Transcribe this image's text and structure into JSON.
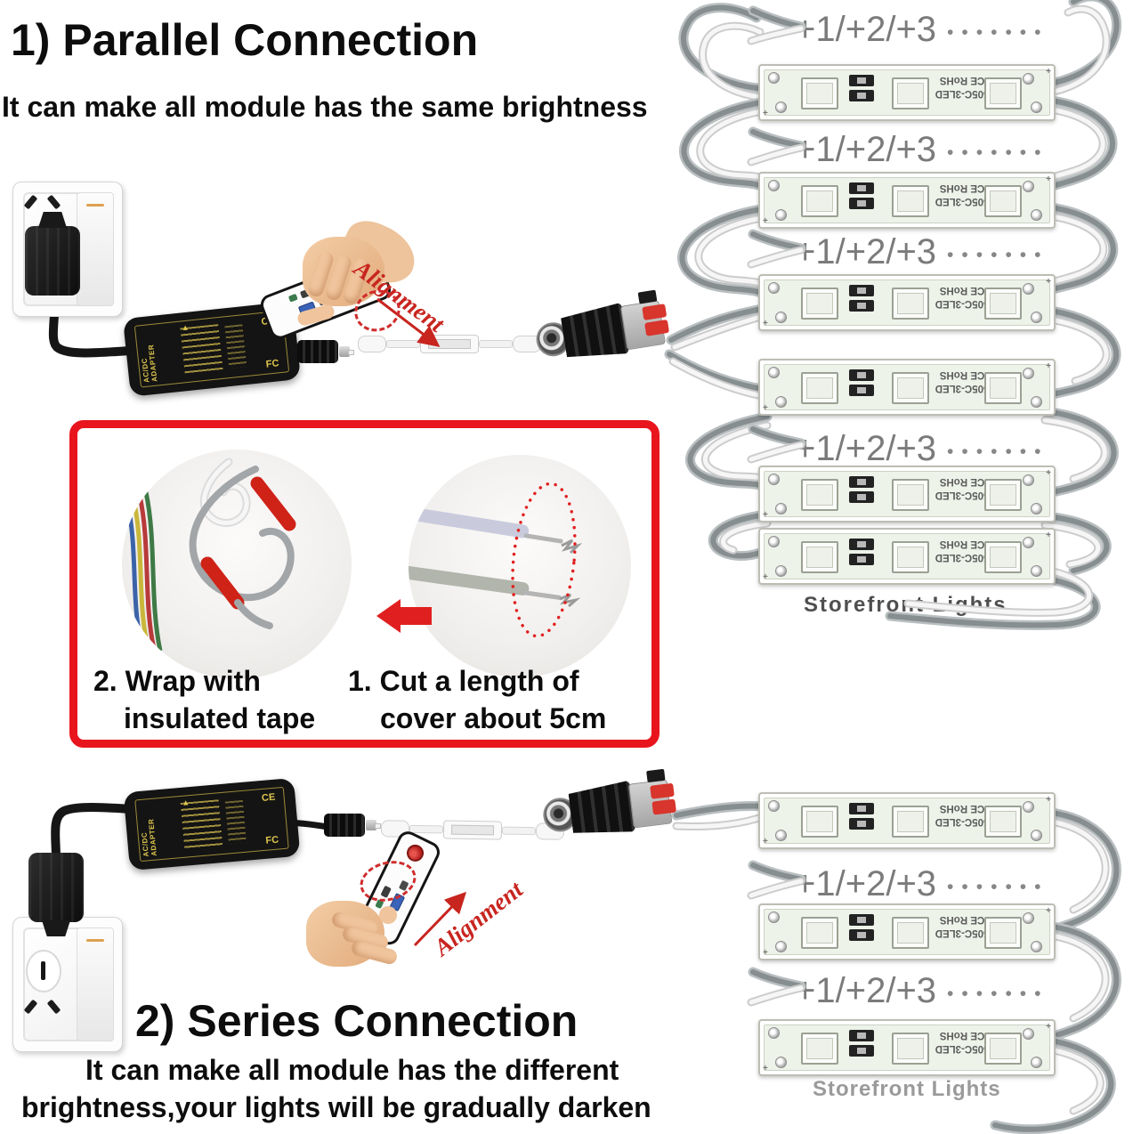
{
  "parallel": {
    "title": "1) Parallel Connection",
    "subtitle": "It can make all module has the same brightness",
    "alignment_label": "Alignment",
    "storefront_label": "Storefront Lights"
  },
  "series": {
    "title": "2) Series Connection",
    "subtitle_line1": "It can make all module has the different",
    "subtitle_line2": "brightness,your lights will be gradually darken",
    "alignment_label": "Alignment",
    "storefront_label": "Storefront Lights"
  },
  "repeat_label": {
    "plus": "+1/+2/+3",
    "dots": "•••••••"
  },
  "instructions": {
    "step2_line1": "2. Wrap with",
    "step2_line2": "insulated tape",
    "step1_line1": "1. Cut a length of",
    "step1_line2": "cover about 5cm"
  },
  "led_module": {
    "model": "505C-3LED",
    "cert": "CE RoHS"
  },
  "adapter": {
    "side_label": "AC/DC ADAPTER",
    "cert_ce": "CE",
    "cert_fc": "FC",
    "warning_icon": "▲"
  },
  "colors": {
    "accent_red": "#e8151d",
    "alignment_red": "#c8251f",
    "label_gray": "#7b7b7b",
    "storefront_gray": "#4f4f4f",
    "storefront_light_gray": "#9a9a9a"
  }
}
